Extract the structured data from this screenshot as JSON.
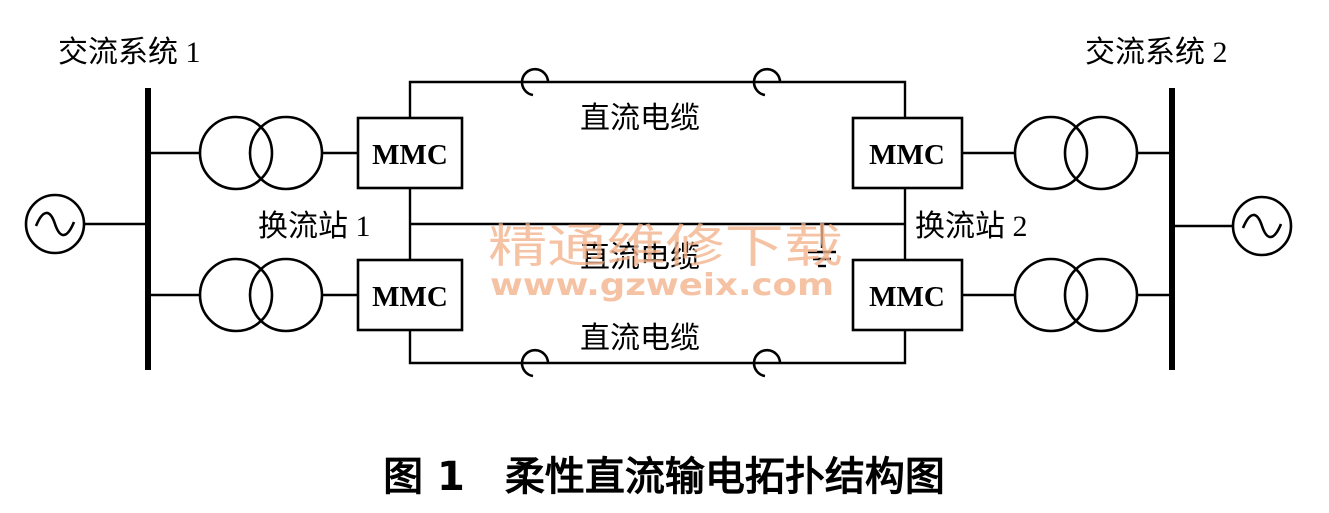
{
  "ac_systems": [
    {
      "label": "交流系统 1"
    },
    {
      "label": "交流系统 2"
    }
  ],
  "stations": [
    {
      "label": "换流站 1"
    },
    {
      "label": "换流站 2"
    }
  ],
  "converters": [
    {
      "label": "MMC"
    },
    {
      "label": "MMC"
    },
    {
      "label": "MMC"
    },
    {
      "label": "MMC"
    }
  ],
  "cables": [
    {
      "label": "直流电缆"
    },
    {
      "label": "直流电缆"
    },
    {
      "label": "直流电缆"
    }
  ],
  "caption": "图 1　柔性直流输电拓扑结构图",
  "watermark": {
    "title": "精通维修下载",
    "url": "www.gzweix.com"
  }
}
